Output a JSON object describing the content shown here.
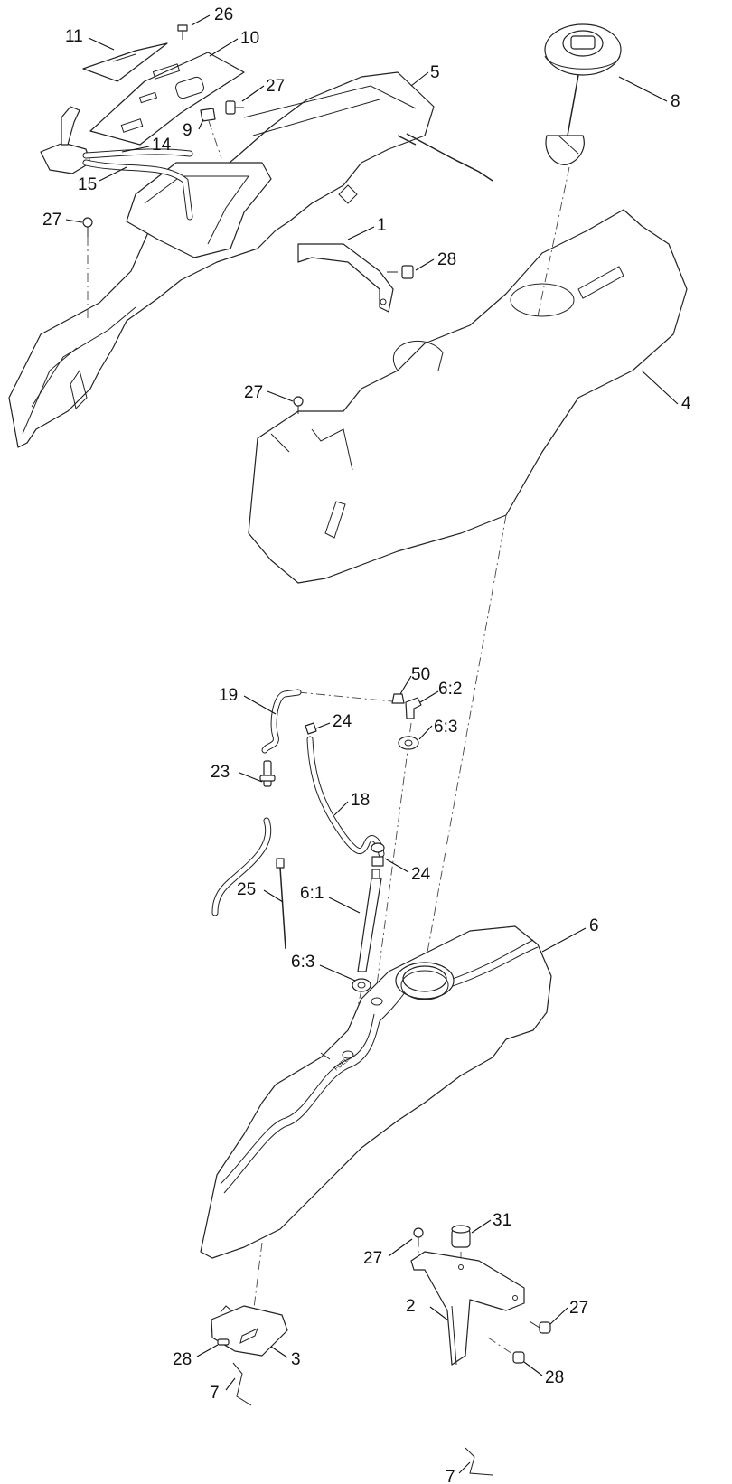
{
  "callouts": {
    "c1": "1",
    "c2": "2",
    "c3": "3",
    "c4": "4",
    "c5": "5",
    "c6": "6",
    "c7a": "7",
    "c7b": "7",
    "c8": "8",
    "c9": "9",
    "c10": "10",
    "c11": "11",
    "c14": "14",
    "c15": "15",
    "c18": "18",
    "c19": "19",
    "c23": "23",
    "c24a": "24",
    "c24b": "24",
    "c25": "25",
    "c26": "26",
    "c27a": "27",
    "c27b": "27",
    "c27c": "27",
    "c27d": "27",
    "c27e": "27",
    "c28a": "28",
    "c28b": "28",
    "c28c": "28",
    "c31": "31",
    "c50": "50",
    "c6_1": "6:1",
    "c6_2": "6:2",
    "c6_3a": "6:3",
    "c6_3b": "6:3"
  },
  "tank_marking": "FUEL"
}
